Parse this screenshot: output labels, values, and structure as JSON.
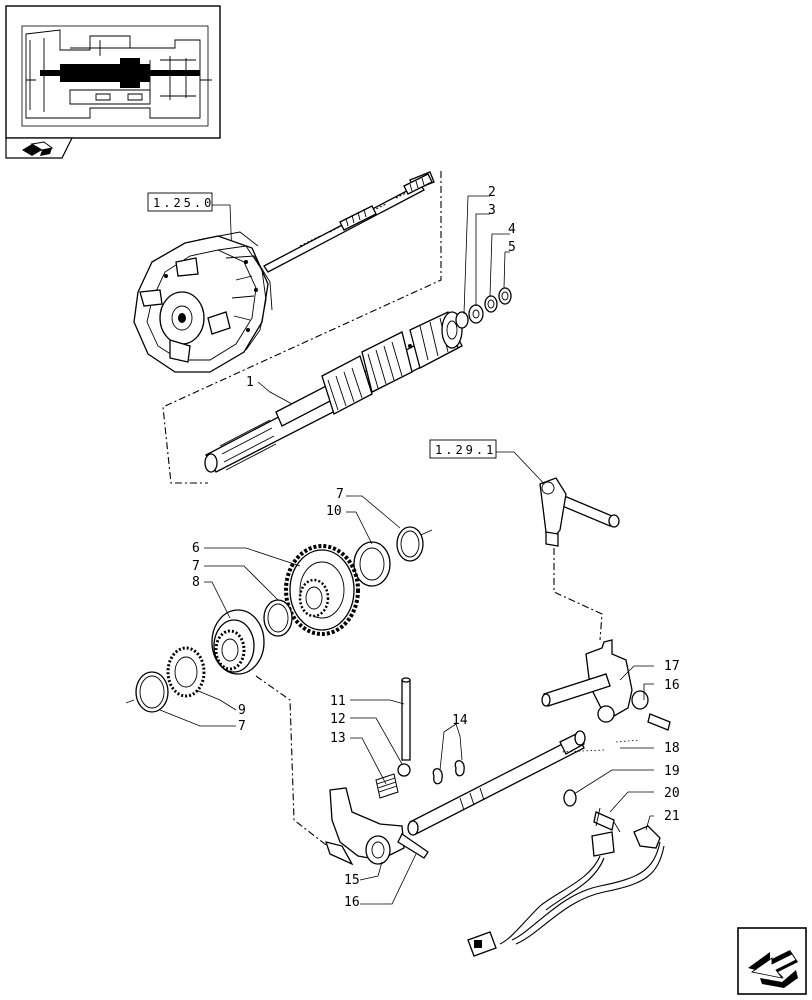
{
  "refs": {
    "ref_1": "1.25.0",
    "ref_2": "1.29.1"
  },
  "callouts": {
    "c1": "1",
    "c2": "2",
    "c3": "3",
    "c4": "4",
    "c5": "5",
    "c6": "6",
    "c7a": "7",
    "c10": "10",
    "c7b": "7",
    "c8": "8",
    "c9": "9",
    "c7c": "7",
    "c11": "11",
    "c12": "12",
    "c13": "13",
    "c14": "14",
    "c15": "15",
    "c16a": "16",
    "c17": "17",
    "c16b": "16",
    "c18": "18",
    "c19": "19",
    "c20": "20",
    "c21": "21"
  },
  "icons": {
    "thumbnail": "transmission-section-thumbnail",
    "book": "book-icon",
    "nav": "previous-page-arrow-icon"
  }
}
